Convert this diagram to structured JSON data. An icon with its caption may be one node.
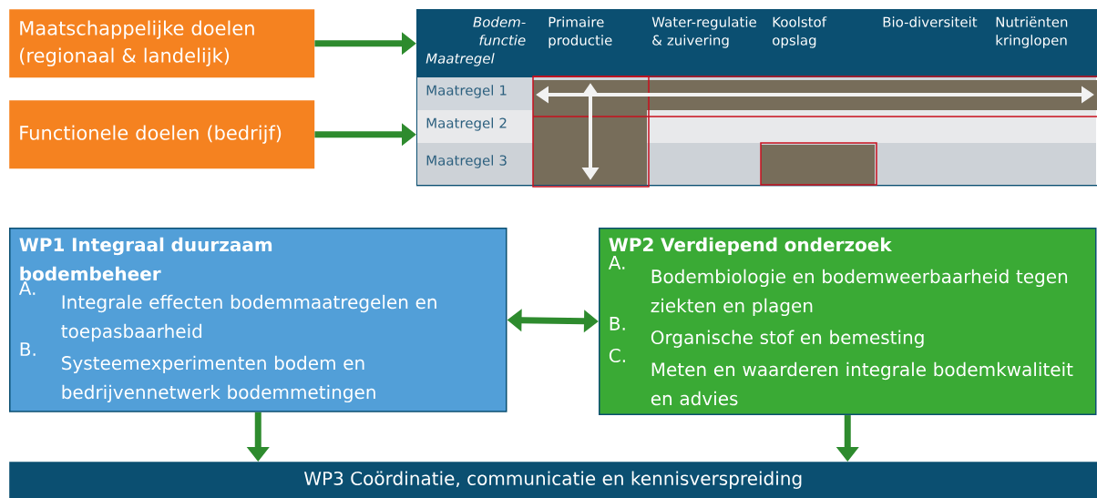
{
  "diagram": {
    "nodes": [
      {
        "text": [
          "Maatschappelijke doelen (regionaal & landelijk)"
        ]
      },
      {
        "text": [
          "Functionele doelen (bedrijf)"
        ]
      },
      {
        "text": [
          "Bodem-functie",
          "Maatregel",
          "Primaire productie",
          "Water-regulatie & zuivering",
          "Koolstof opslag",
          "Bio-diversiteit",
          "Nutriënten kringlopen",
          "Maatregel 1",
          "Maatregel 2",
          "Maatregel 3"
        ]
      },
      {
        "text": [
          "WP1 Integraal duurzaam bodembeheer",
          "A.",
          "Integrale effecten bodemmaatregelen en toepasbaarheid",
          "B.",
          "Systeemexperimenten bodem en bedrijvennetwerk bodemmetingen"
        ]
      },
      {
        "text": [
          "WP2 Verdiepend onderzoek",
          "A.",
          "Bodembiologie en bodemweerbaarheid tegen ziekten en plagen",
          "B.",
          "Organische stof en bemesting",
          "C.",
          "Meten en waarderen integrale bodemkwaliteit en advies"
        ]
      },
      {
        "text": [
          "WP3 Coördinatie, communicatie en kennisverspreiding"
        ]
      }
    ],
    "edges": [
      {
        "from": 0,
        "to": 2,
        "arrow": "to"
      },
      {
        "from": 1,
        "to": 2,
        "arrow": "to"
      },
      {
        "from": 3,
        "to": 4,
        "arrow": "both"
      },
      {
        "from": 3,
        "to": 5,
        "arrow": "to"
      },
      {
        "from": 4,
        "to": 5,
        "arrow": "to"
      }
    ]
  }
}
